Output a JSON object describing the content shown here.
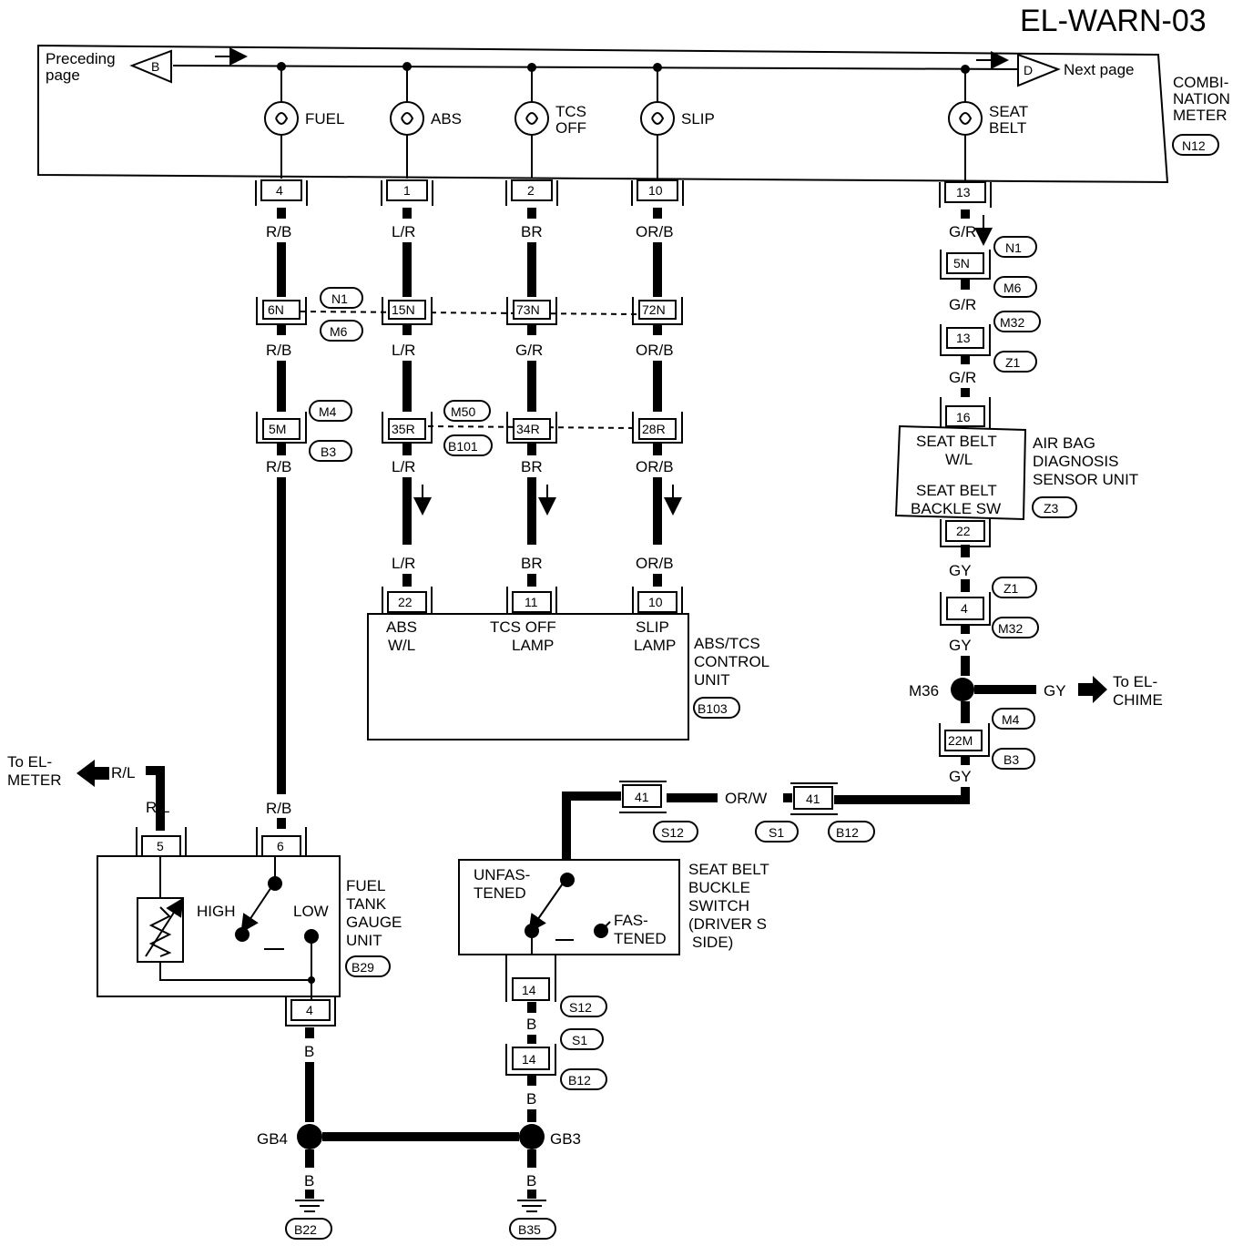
{
  "title": "EL-WARN-03",
  "meter": {
    "preceding": [
      "Preceding",
      "page"
    ],
    "next": "Next page",
    "conn_b": "B",
    "conn_d": "D",
    "name": [
      "COMBI-",
      "NATION",
      "METER"
    ],
    "id": "N12",
    "lamps": [
      {
        "label": [
          "FUEL"
        ],
        "pin": "4"
      },
      {
        "label": [
          "ABS"
        ],
        "pin": "1"
      },
      {
        "label": [
          "TCS",
          "OFF"
        ],
        "pin": "2"
      },
      {
        "label": [
          "SLIP"
        ],
        "pin": "10"
      },
      {
        "label": [
          "SEAT",
          "BELT"
        ],
        "pin": "13"
      }
    ]
  },
  "wires": {
    "fuel": {
      "w1": "R/B",
      "c1": "6N",
      "w2": "R/B",
      "c2": "5M",
      "w3": "R/B",
      "w4": "R/B"
    },
    "abs": {
      "w1": "L/R",
      "c1": "15N",
      "w2": "L/R",
      "c2": "35R",
      "w3": "L/R",
      "w4": "L/R"
    },
    "tcs": {
      "w1": "BR",
      "c1": "73N",
      "w2": "G/R",
      "c2": "34R",
      "w3": "BR",
      "w4": "BR"
    },
    "slip": {
      "w1": "OR/B",
      "c1": "72N",
      "w2": "OR/B",
      "c2": "28R",
      "w3": "OR/B",
      "w4": "OR/B"
    }
  },
  "conn_ids": {
    "n1": "N1",
    "m6": "M6",
    "m4": "M4",
    "b3": "B3",
    "m50": "M50",
    "b101": "B101"
  },
  "abs_unit": {
    "pins": [
      "22",
      "11",
      "10"
    ],
    "labels": [
      [
        "ABS",
        "W/L"
      ],
      [
        "TCS OFF",
        "LAMP"
      ],
      [
        "SLIP",
        "LAMP"
      ]
    ],
    "name": [
      "ABS/TCS",
      "CONTROL",
      "UNIT"
    ],
    "id": "B103"
  },
  "seatbelt_chain": {
    "w1": "G/R",
    "c1": "5N",
    "id1": "N1",
    "id2": "M6",
    "w2": "G/R",
    "c2": "13",
    "id3": "M32",
    "id4": "Z1",
    "w3": "G/R",
    "pin_in": "16",
    "unit_text": [
      "SEAT BELT",
      "W/L",
      "SEAT BELT",
      "BACKLE SW"
    ],
    "unit_name": [
      "AIR BAG",
      "DIAGNOSIS",
      "SENSOR UNIT"
    ],
    "unit_id": "Z3",
    "pin_out": "22",
    "w4": "GY",
    "c4": "4",
    "id5": "Z1",
    "id6": "M32",
    "w5": "GY",
    "joint": "M36",
    "joint_wire": "GY",
    "chime": [
      "To EL-",
      "CHIME"
    ],
    "id7": "M4",
    "c5": "22M",
    "id8": "B3",
    "w6": "GY"
  },
  "orw": {
    "wire": "OR/W",
    "c_left": "41",
    "c_right": "41",
    "id_s12": "S12",
    "id_s1": "S1",
    "id_b12": "B12"
  },
  "buckle": {
    "unfastened": [
      "UNFAS-",
      "TENED"
    ],
    "fastened": [
      "FAS-",
      "TENED"
    ],
    "name": [
      "SEAT BELT",
      "BUCKLE",
      "SWITCH",
      "(DRIVER S",
      "SIDE)"
    ],
    "pin": "14",
    "id1": "S12",
    "w1": "B",
    "id2": "S1",
    "c2": "14",
    "id3": "B12",
    "w2": "B",
    "ground": "GB3",
    "w3": "B",
    "gid": "B35"
  },
  "fuel_gauge": {
    "to_meter": [
      "To EL-",
      "METER"
    ],
    "wire_rl": "R/L",
    "wire_rl2": "R/L",
    "wire_rb": "R/B",
    "pins": [
      "5",
      "6"
    ],
    "high": "HIGH",
    "low": "LOW",
    "name": [
      "FUEL",
      "TANK",
      "GAUGE",
      "UNIT"
    ],
    "id": "B29",
    "pin_bottom": "4",
    "w1": "B",
    "ground": "GB4",
    "w2": "B",
    "gid": "B22"
  }
}
